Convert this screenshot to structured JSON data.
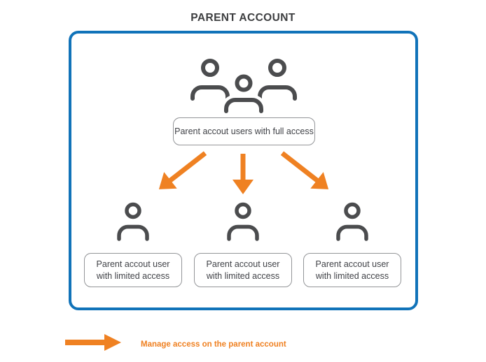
{
  "title": "PARENT ACCOUNT",
  "box": {
    "full_access_label": "Parent accout users with full access",
    "limited_labels": [
      {
        "line1": "Parent accout user",
        "line2": "with limited access"
      },
      {
        "line1": "Parent accout user",
        "line2": "with limited access"
      },
      {
        "line1": "Parent accout user",
        "line2": "with limited access"
      }
    ],
    "icons": {
      "top_group": "users-group-icon",
      "bottom_users": [
        "user-icon",
        "user-icon",
        "user-icon"
      ],
      "arrows": [
        "arrow-down-left-icon",
        "arrow-down-icon",
        "arrow-down-right-icon"
      ]
    }
  },
  "legend": {
    "icon": "arrow-right-icon",
    "text": "Manage access on the parent account"
  },
  "colors": {
    "border_blue": "#1173b9",
    "arrow_orange": "#ef8122",
    "icon_gray": "#4b4c4e",
    "pill_border": "#939598",
    "text_dark": "#404247",
    "title_color": "#3d3e40"
  }
}
